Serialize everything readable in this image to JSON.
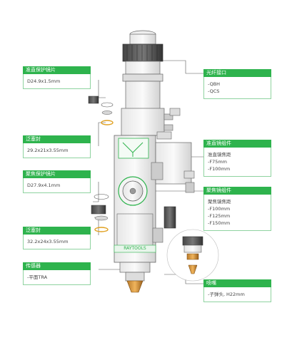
{
  "callouts": {
    "collimator_window": {
      "title": "准直保护镜片",
      "lines": [
        "D24.9x1.5mm"
      ]
    },
    "fiber_interface": {
      "title": "光纤接口",
      "lines": [
        "-QBH",
        "-QCS"
      ]
    },
    "seal_upper": {
      "title": "泛塞封",
      "lines": [
        "29.2x21x3.55mm"
      ]
    },
    "collimator_group": {
      "title": "准直镜组件",
      "lines": [
        "准直镜焦距",
        "-F75mm",
        "-F100mm"
      ]
    },
    "focus_window": {
      "title": "聚焦保护镜片",
      "lines": [
        "D27.9x4.1mm"
      ]
    },
    "focus_group": {
      "title": "聚焦镜组件",
      "lines": [
        "聚焦镜焦距",
        "-F100mm",
        "-F125mm",
        "-F150mm"
      ]
    },
    "seal_lower": {
      "title": "泛塞封",
      "lines": [
        "32.2x24x3.55mm"
      ]
    },
    "sensor": {
      "title": "传感器",
      "lines": [
        "-平面TRA"
      ]
    },
    "nozzle": {
      "title": "喷嘴",
      "lines": [
        "-子弹头, H22mm"
      ]
    }
  },
  "brand": "RAYTOOLS",
  "colors": {
    "accent": "#2eb34d",
    "outline": "#8fd3a0",
    "leader": "#555555"
  }
}
